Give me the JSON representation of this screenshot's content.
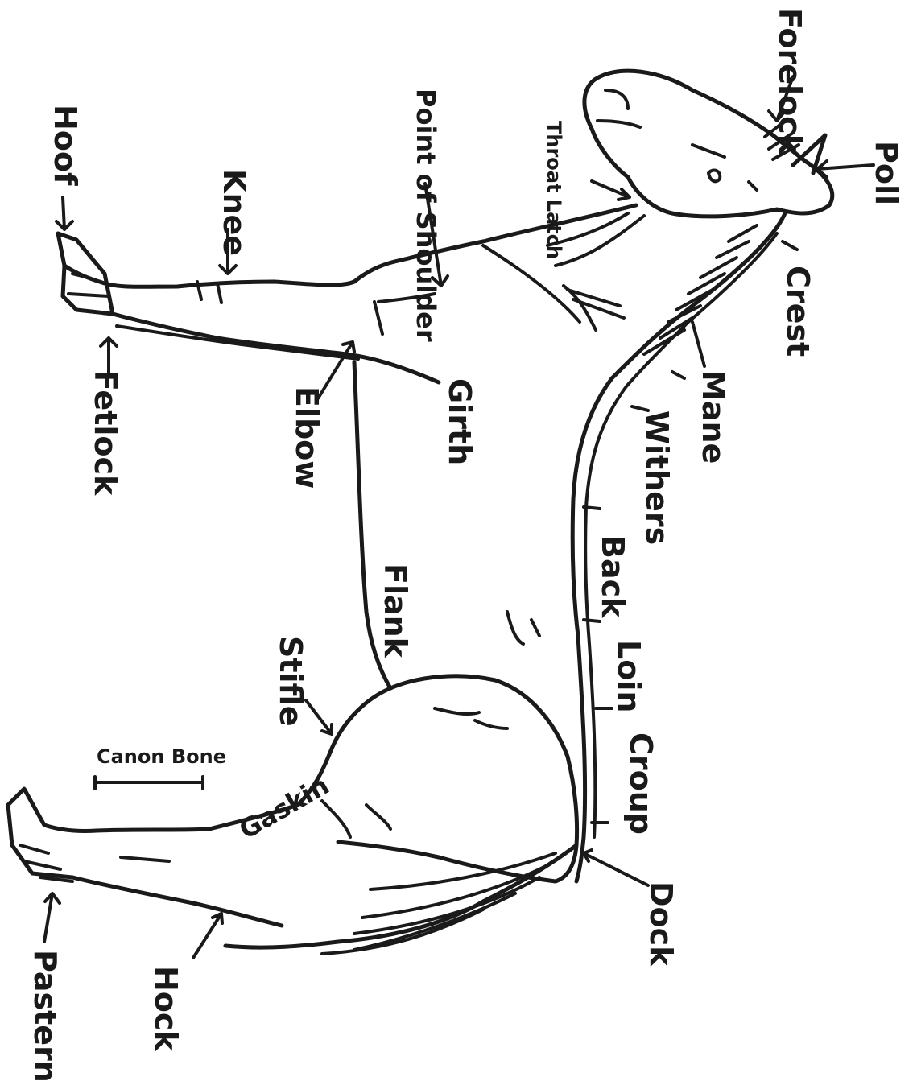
{
  "labels": {
    "forelock": "Forelock",
    "poll": "Poll",
    "throat_latch": "Throat Latch",
    "point_of_shoulder": "Point of Shoulder",
    "hoof": "Hoof",
    "knee": "Knee",
    "crest": "Crest",
    "mane": "Mane",
    "withers": "Withers",
    "back": "Back",
    "loin": "Loin",
    "croup": "Croup",
    "dock": "Dock",
    "girth": "Girth",
    "elbow": "Elbow",
    "fetlock": "Fetlock",
    "flank": "Flank",
    "stifle": "Stifle",
    "canon_bone": "Canon Bone",
    "gaskin": "Gaskin",
    "hock": "Hock",
    "pastern": "Pastern"
  }
}
